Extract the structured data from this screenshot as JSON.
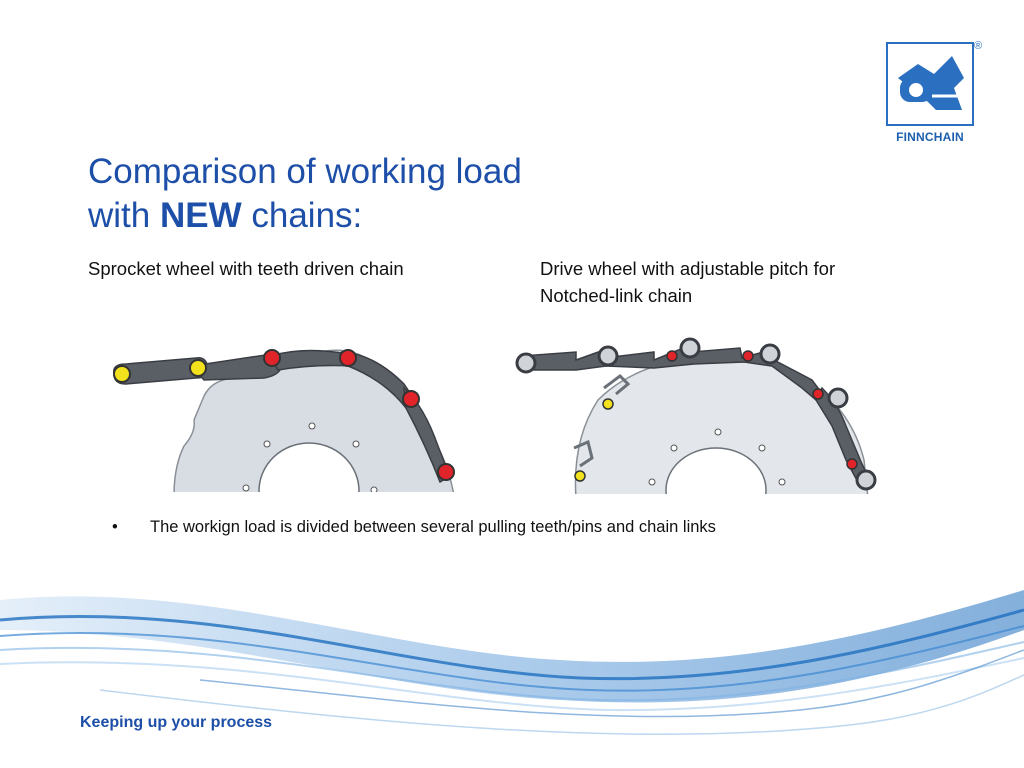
{
  "logo": {
    "brand": "FINNCHAIN",
    "registered": "®"
  },
  "title": {
    "line1": "Comparison of working load",
    "line2_prefix": "with",
    "line2_bold": "NEW",
    "line2_suffix": "chains:"
  },
  "captions": {
    "left": "Sprocket wheel with teeth driven chain",
    "right_line1": "Drive wheel with adjustable pitch for",
    "right_line2": "Notched-link chain"
  },
  "bullets": [
    {
      "marker": "•",
      "text": "The workign load is divided between several pulling teeth/pins and chain links"
    }
  ],
  "footer": {
    "tagline": "Keeping up your process"
  },
  "colors": {
    "title": "#1d4fa8",
    "brand_blue": "#2a6fc0",
    "wheel_fill": "#d7dde3",
    "chain_dark": "#555a60",
    "pin_red": "#e0242a",
    "pin_yellow": "#f2e21e",
    "wave_blue": "#1f6fbf"
  },
  "icons": {
    "logo": "finnchain-logo-icon",
    "left_figure": "sprocket-wheel-chain-diagram",
    "right_figure": "drive-wheel-notched-chain-diagram"
  }
}
